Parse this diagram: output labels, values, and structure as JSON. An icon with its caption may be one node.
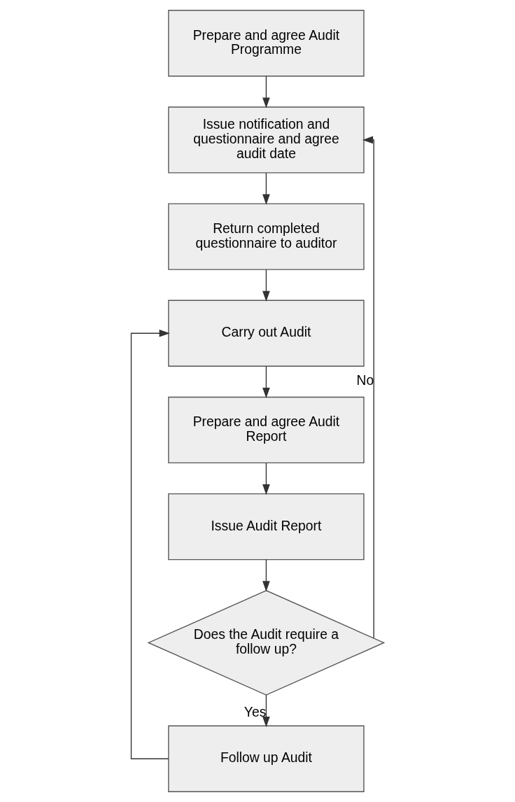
{
  "diagram": {
    "nodes": [
      {
        "text": [
          "Prepare and agree Audit Programme"
        ]
      },
      {
        "text": [
          "Issue notification and questionnaire and agree audit date"
        ]
      },
      {
        "text": [
          "Return completed questionnaire to auditor"
        ]
      },
      {
        "text": [
          "Carry out Audit"
        ]
      },
      {
        "text": [
          "Prepare and agree Audit Report"
        ]
      },
      {
        "text": [
          "Issue Audit Report"
        ]
      },
      {
        "text": [
          "Does the Audit require a follow up?"
        ]
      },
      {
        "text": [
          "Follow up Audit"
        ]
      }
    ],
    "edges": [
      {
        "from": 0,
        "to": 1,
        "arrow": "to"
      },
      {
        "from": 1,
        "to": 2,
        "arrow": "to"
      },
      {
        "from": 2,
        "to": 3,
        "arrow": "to"
      },
      {
        "from": 3,
        "to": 4,
        "arrow": "to"
      },
      {
        "from": 4,
        "to": 5,
        "arrow": "to"
      },
      {
        "from": 5,
        "to": 6,
        "arrow": "to"
      },
      {
        "from": 6,
        "to": 7,
        "label": "Yes",
        "arrow": "to"
      },
      {
        "from": 7,
        "to": 3,
        "arrow": "to"
      },
      {
        "from": 6,
        "to": 1,
        "label": "No",
        "arrow": "to"
      }
    ]
  }
}
